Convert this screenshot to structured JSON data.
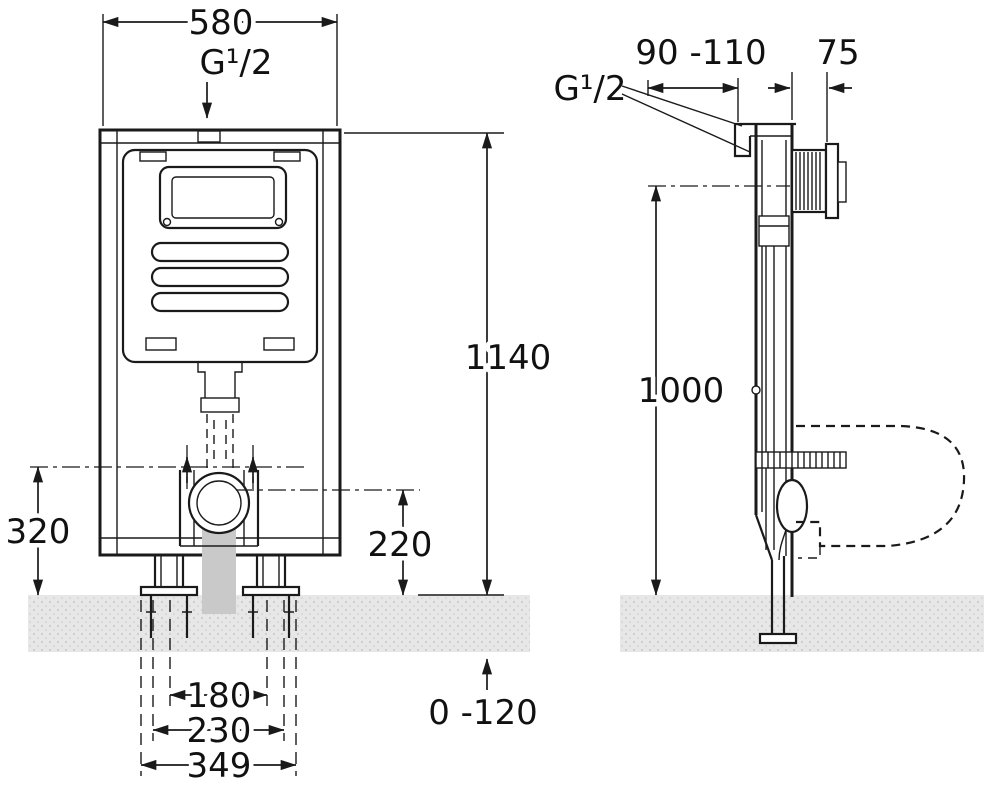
{
  "colors": {
    "line": "#1a1a1a",
    "floor_band": "#e7e7e7",
    "floor_speckle": "#cdcdcd",
    "waste_pipe_gray": "#c9c9c9",
    "background": "#ffffff"
  },
  "front_view": {
    "dims": {
      "width": "580",
      "inlet_thread": "G¹/2",
      "frame_height": "1140",
      "bolt_height": "320",
      "outlet_height": "220",
      "bolt_spacing": "180",
      "anchor_spacing": "230",
      "base_width": "349",
      "floor_buildup": "0 -120"
    }
  },
  "side_view": {
    "dims": {
      "depth_range": "90 -110",
      "inlet_depth": "75",
      "inlet_thread": "G¹/2",
      "inlet_height": "1000"
    }
  }
}
